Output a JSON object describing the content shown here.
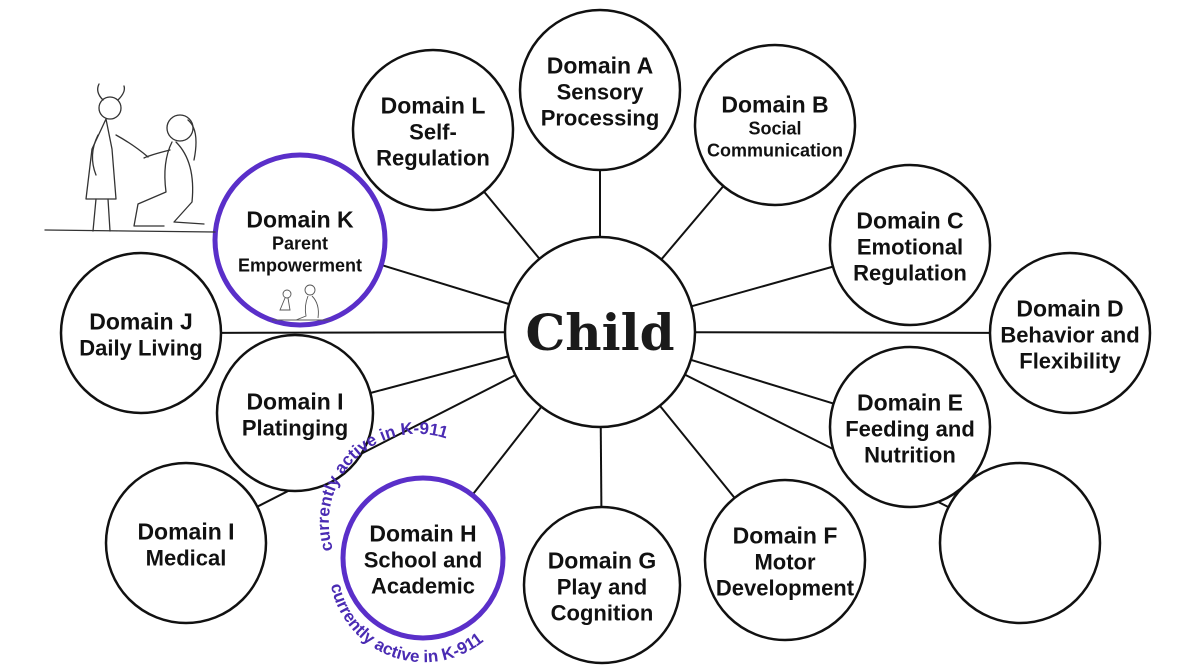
{
  "center": {
    "label": "Child"
  },
  "highlight_color": "#5a2fc9",
  "annotation": "currently active in K-911",
  "domains": [
    {
      "id": "A",
      "title": "Domain A",
      "lines": [
        "Sensory",
        "Processing"
      ]
    },
    {
      "id": "B",
      "title": "Domain B",
      "lines": [
        "Social",
        "Communication"
      ]
    },
    {
      "id": "C",
      "title": "Domain C",
      "lines": [
        "Emotional",
        "Regulation"
      ]
    },
    {
      "id": "D",
      "title": "Domain D",
      "lines": [
        "Behavior and",
        "Flexibility"
      ]
    },
    {
      "id": "E",
      "title": "Domain E",
      "lines": [
        "Feeding and",
        "Nutrition"
      ]
    },
    {
      "id": "blank",
      "title": "",
      "lines": []
    },
    {
      "id": "F",
      "title": "Domain F",
      "lines": [
        "Motor",
        "Development"
      ]
    },
    {
      "id": "G",
      "title": "Domain G",
      "lines": [
        "Play and",
        "Cognition"
      ]
    },
    {
      "id": "H",
      "title": "Domain H",
      "lines": [
        "School and",
        "Academic"
      ]
    },
    {
      "id": "I-medical",
      "title": "Domain I",
      "lines": [
        "Medical"
      ]
    },
    {
      "id": "I-plat",
      "title": "Domain I",
      "lines": [
        "Platinging"
      ]
    },
    {
      "id": "J",
      "title": "Domain J",
      "lines": [
        "Daily Living"
      ]
    },
    {
      "id": "K",
      "title": "Domain K",
      "lines": [
        "Parent",
        "Empowerment"
      ]
    },
    {
      "id": "L",
      "title": "Domain L",
      "lines": [
        "Self-",
        "Regulation"
      ]
    }
  ],
  "icons": [
    "parent-child-sketch-icon",
    "parent-child-mini-sketch-icon"
  ]
}
